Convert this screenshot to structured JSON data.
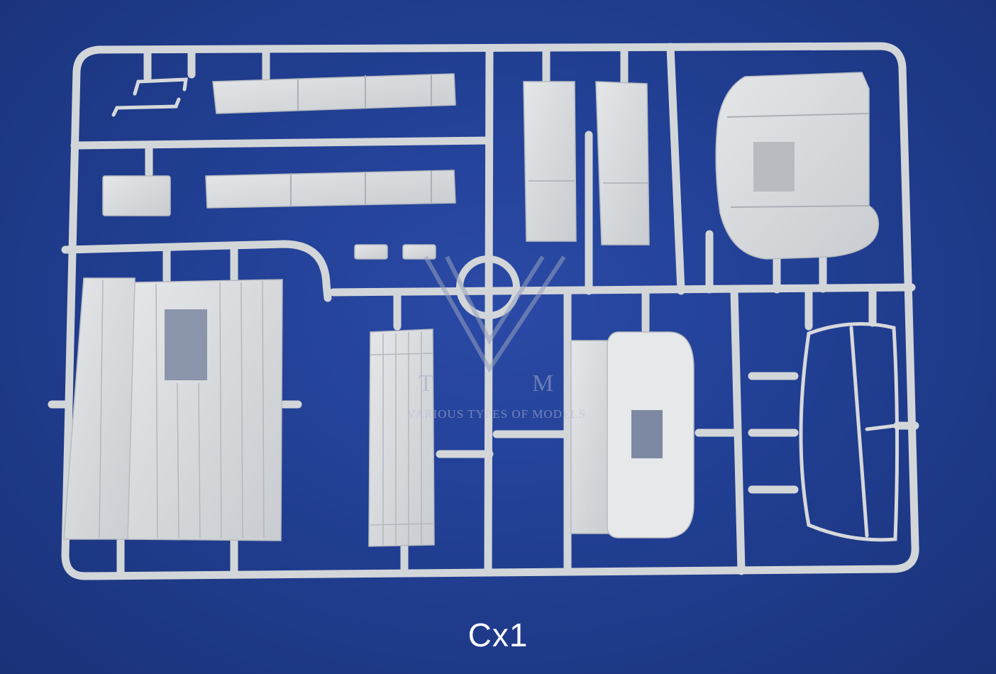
{
  "caption": "Cx1",
  "watermark": {
    "letter_t": "T",
    "letter_m": "M",
    "text": "VARIOUS TYPES OF MODELS"
  },
  "colors": {
    "background": "#1f3a8a",
    "plastic": "#d6d8db"
  }
}
